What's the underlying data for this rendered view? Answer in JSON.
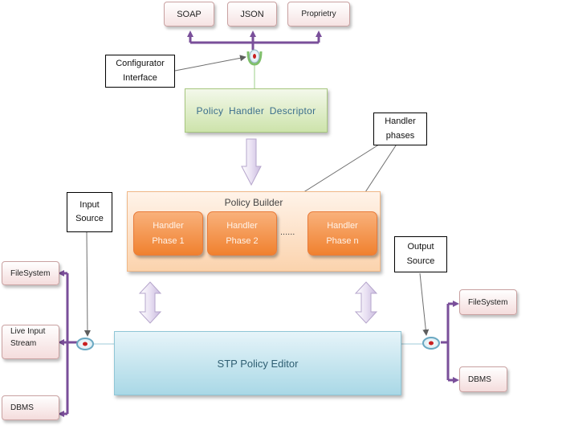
{
  "outputs": {
    "soap": "SOAP",
    "json": "JSON",
    "proprietary": "Proprietry"
  },
  "configurator": {
    "line1": "Configurator",
    "line2": "Interface"
  },
  "descriptor": {
    "label": "Policy  Handler  Descriptor"
  },
  "handler_phases_callout": {
    "line1": "Handler",
    "line2": "phases"
  },
  "builder": {
    "title": "Policy Builder",
    "phases": [
      {
        "line1": "Handler",
        "line2": "Phase 1"
      },
      {
        "line1": "Handler",
        "line2": "Phase 2"
      },
      {
        "line1": "Handler",
        "line2": "Phase n"
      }
    ],
    "ellipsis": "......"
  },
  "input_source": {
    "line1": "Input",
    "line2": "Source"
  },
  "output_source": {
    "line1": "Output",
    "line2": "Source"
  },
  "left_sources": {
    "filesystem": "FileSystem",
    "live_line1": "Live  Input",
    "live_line2": "Stream",
    "dbms": "DBMS"
  },
  "right_sources": {
    "filesystem": "FileSystem",
    "dbms": "DBMS"
  },
  "editor": {
    "label": "STP Policy Editor"
  },
  "colors": {
    "connector": "#7a4f9a",
    "callout_arrow": "#6e6e6e",
    "descriptor_text": "#3b6e8c",
    "phase_fill": "#f0812f"
  }
}
